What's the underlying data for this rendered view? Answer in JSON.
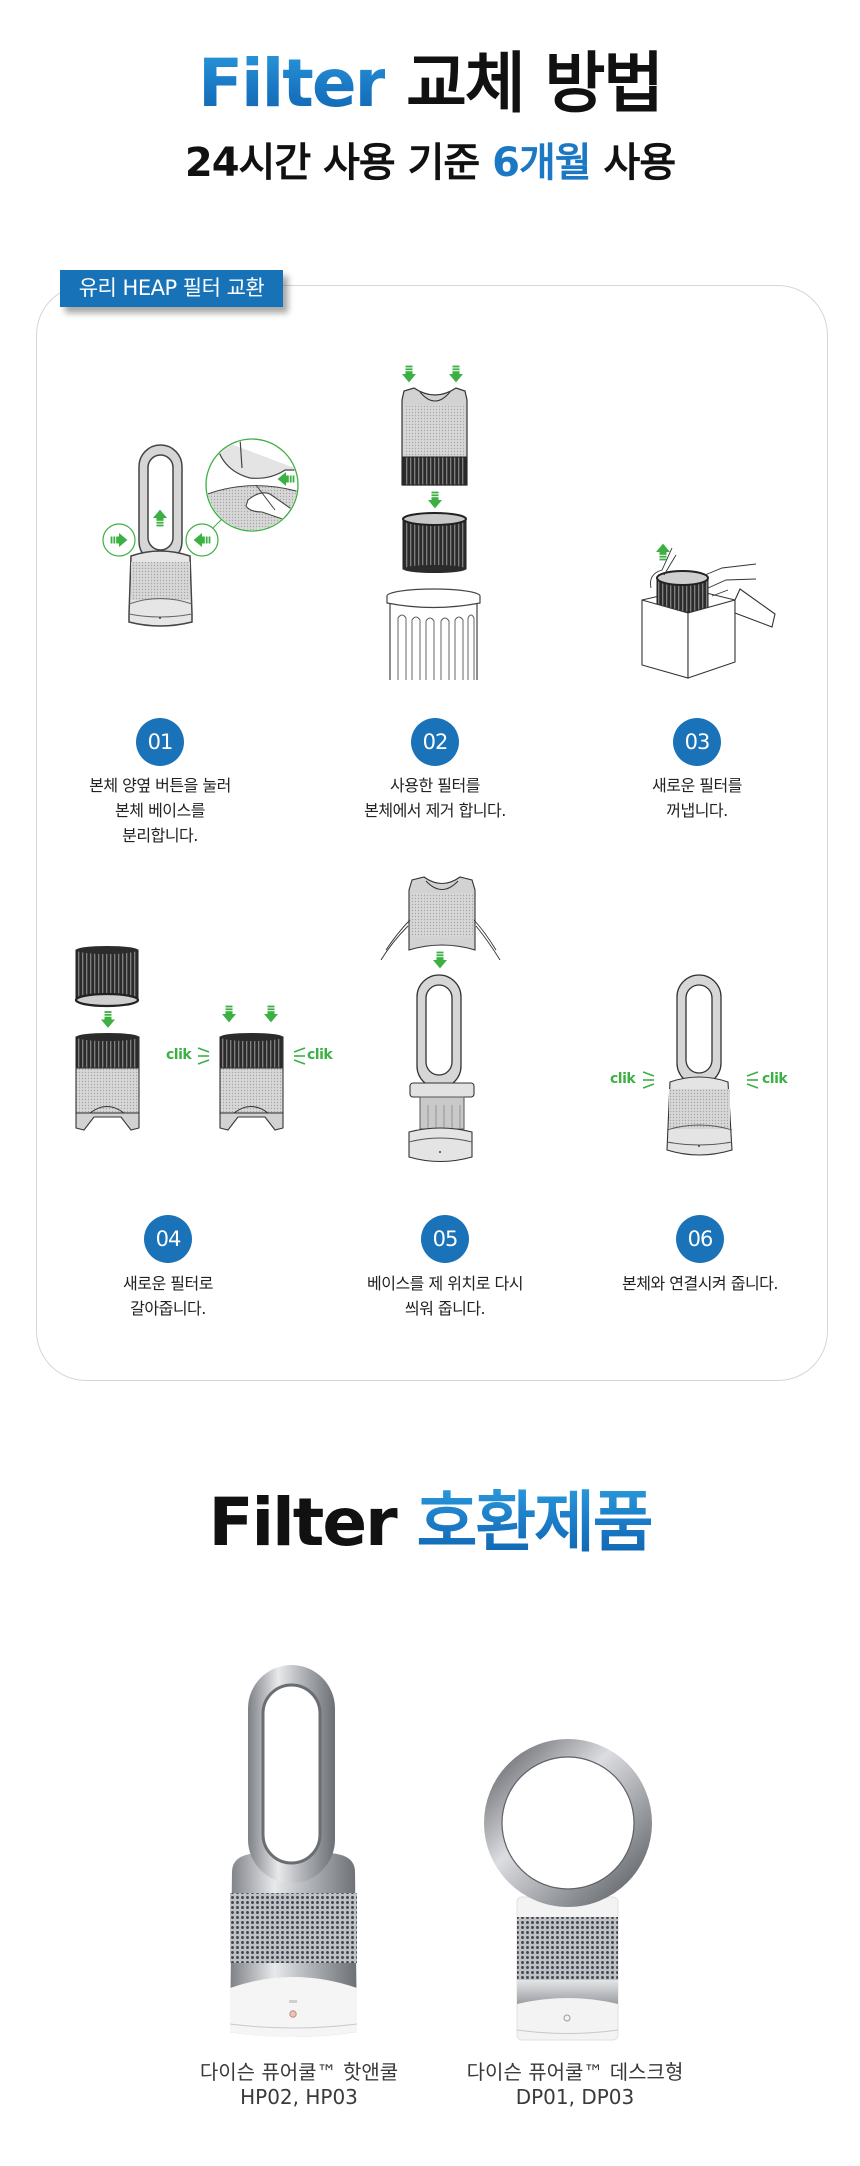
{
  "header": {
    "title_blue": "Filter",
    "title_rest": "교체 방법",
    "subtitle_pre": "24시간 사용 기준",
    "subtitle_highlight": "6개월",
    "subtitle_post": "사용"
  },
  "replacement": {
    "label": "유리 HEAP 필터 교환",
    "click_label": "clik",
    "steps": [
      {
        "number": "01",
        "lines": [
          "본체 양옆 버튼을 눌러",
          "본체 베이스를",
          "분리합니다."
        ]
      },
      {
        "number": "02",
        "lines": [
          "사용한 필터를",
          "본체에서 제거 합니다."
        ]
      },
      {
        "number": "03",
        "lines": [
          "새로운 필터를",
          "꺼냅니다."
        ]
      },
      {
        "number": "04",
        "lines": [
          "새로운 필터로",
          "갈아줍니다."
        ]
      },
      {
        "number": "05",
        "lines": [
          "베이스를 제 위치로 다시",
          "씌워 줍니다."
        ]
      },
      {
        "number": "06",
        "lines": [
          "본체와 연결시켜 줍니다."
        ]
      }
    ]
  },
  "compatible": {
    "title_black": "Filter",
    "title_blue": "호환제품",
    "products": [
      {
        "name": "다이슨 퓨어쿨™ 핫앤쿨",
        "models": "HP02, HP03",
        "image": "hot-and-cool-purifier-image"
      },
      {
        "name": "다이슨 퓨어쿨™ 데스크형",
        "models": "DP01, DP03",
        "image": "desk-purifier-image"
      }
    ]
  },
  "colors": {
    "brand_blue": "#1872b8",
    "title_blue": "#1a78c4",
    "step_circle": "#1a72b8",
    "accent_green": "#3cb043",
    "card_border": "#d6d6d6",
    "text_dark": "#222222",
    "label_gray": "#3a3a3a"
  }
}
